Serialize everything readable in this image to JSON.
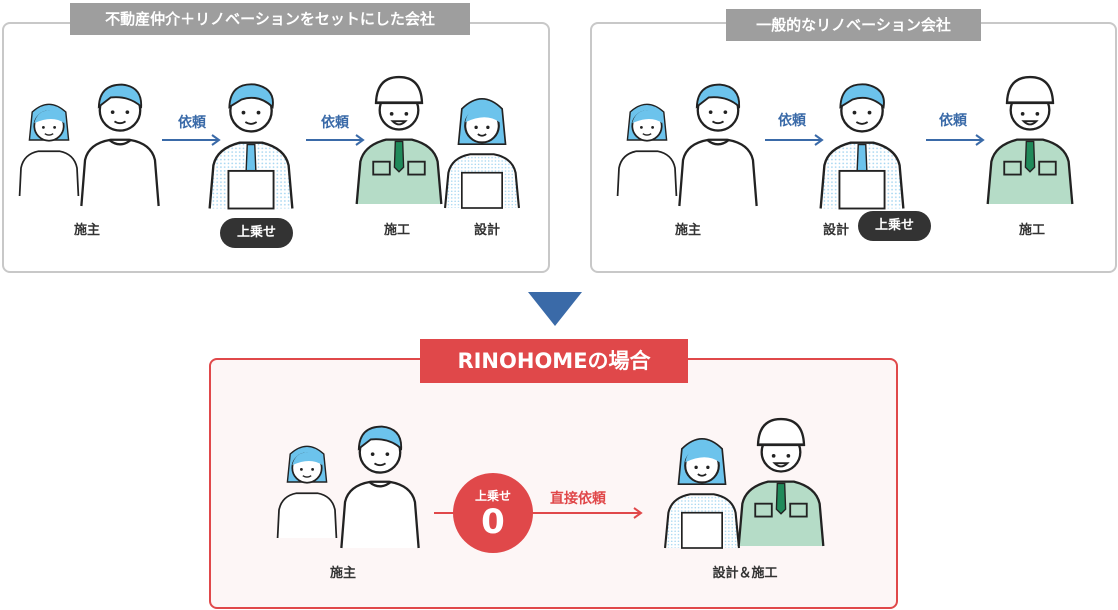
{
  "panel_broker": {
    "title": "不動産仲介＋リノベーションをセットにした会社",
    "client": "施主",
    "request1": "依頼",
    "request2": "依頼",
    "markup": "上乗せ",
    "construction": "施工",
    "design": "設計"
  },
  "panel_general": {
    "title": "一般的なリノベーション会社",
    "client": "施主",
    "request1": "依頼",
    "request2": "依頼",
    "design": "設計",
    "markup": "上乗せ",
    "construction": "施工"
  },
  "panel_rinohome": {
    "title": "RINOHOMEの場合",
    "client": "施主",
    "markup_label": "上乗せ",
    "markup_value": "0",
    "direct_request": "直接依頼",
    "design_construction": "設計＆施工"
  },
  "colors": {
    "accent_blue": "#3a6aa8",
    "accent_red": "#e0484a",
    "tag_gray": "#9e9e9e",
    "hair": "#6cc3ec",
    "worker": "#b5dcc7"
  }
}
